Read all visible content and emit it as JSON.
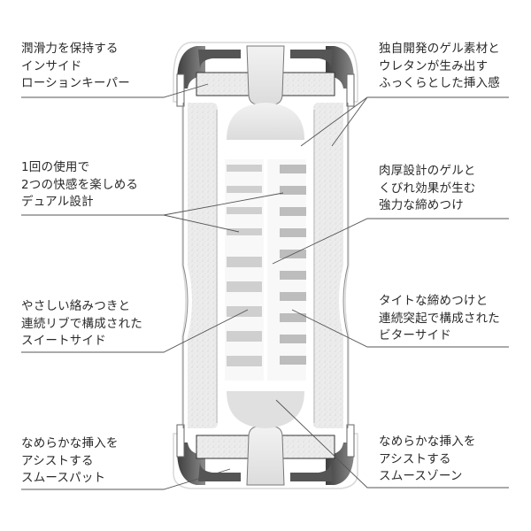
{
  "diagram": {
    "type": "product-cross-section",
    "colors": {
      "line": "#555555",
      "foam": "#e4e4e4",
      "cap_dark": "#4a4a4a",
      "text": "#2a2a2a"
    }
  },
  "labels": {
    "top_left": {
      "lines": [
        "潤滑力を保持する",
        "インサイド",
        "ローションキーパー"
      ]
    },
    "top_right": {
      "lines": [
        "独自開発のゲル素材と",
        "ウレタンが生み出す",
        "ふっくらとした挿入感"
      ]
    },
    "mid_left": {
      "lines": [
        "1回の使用で",
        "2つの快感を楽しめる",
        "デュアル設計"
      ]
    },
    "mid_right": {
      "lines": [
        "肉厚設計のゲルと",
        "くびれ効果が生む",
        "強力な締めつけ"
      ]
    },
    "lower_left": {
      "lines": [
        "やさしい絡みつきと",
        "連続リブで構成された",
        "スイートサイド"
      ]
    },
    "lower_right": {
      "lines": [
        "タイトな締めつけと",
        "連続突起で構成された",
        "ビターサイド"
      ]
    },
    "bottom_left": {
      "lines": [
        "なめらかな挿入を",
        "アシストする",
        "スムースパット"
      ]
    },
    "bottom_right": {
      "lines": [
        "なめらかな挿入を",
        "アシストする",
        "スムースゾーン"
      ]
    }
  }
}
